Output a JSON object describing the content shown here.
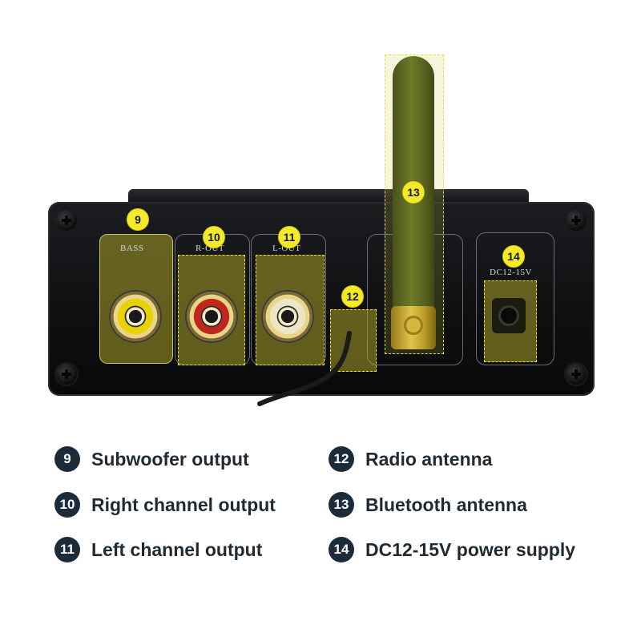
{
  "panel": {
    "labels": {
      "bass": "BASS",
      "r_out": "R-OUT",
      "l_out": "L-OUT",
      "dc": "DC12-15V"
    },
    "callouts": [
      "9",
      "10",
      "11",
      "12",
      "13",
      "14"
    ]
  },
  "legend": [
    {
      "number": "9",
      "label": "Subwoofer output"
    },
    {
      "number": "10",
      "label": "Right channel output"
    },
    {
      "number": "11",
      "label": "Left channel output"
    },
    {
      "number": "12",
      "label": "Radio antenna"
    },
    {
      "number": "13",
      "label": "Bluetooth antenna"
    },
    {
      "number": "14",
      "label": "DC12-15V power supply"
    }
  ],
  "colors": {
    "highlight": "#e8df3a",
    "badge": "#f4ea2a",
    "legend_badge": "#1c2b3a",
    "rca_bass": "#e8d200",
    "rca_right": "#c0261a",
    "rca_left": "#ede6c4"
  }
}
